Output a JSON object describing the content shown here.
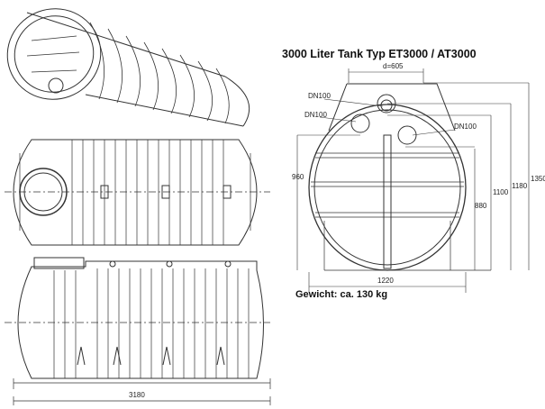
{
  "title": "3000 Liter Tank Typ ET3000 / AT3000",
  "weight": "Gewicht: ca. 130 kg",
  "dimensions": {
    "dome_diameter": "d=605",
    "dn100_a": "DN100",
    "dn100_b": "DN100",
    "dn100_c": "DN100",
    "h960": "960",
    "h880": "880",
    "h1100": "1100",
    "h1180": "1180",
    "h1350": "1350",
    "w1220": "1220",
    "length3180": "3180"
  },
  "colors": {
    "line": "#333333",
    "background": "#ffffff"
  }
}
